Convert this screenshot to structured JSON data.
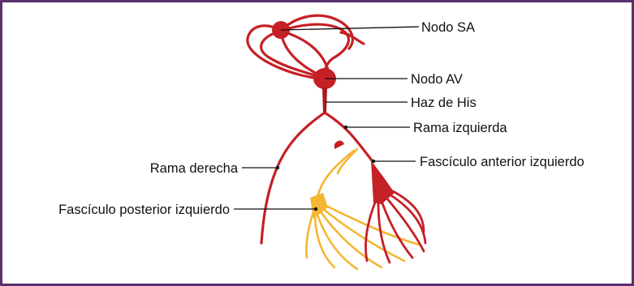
{
  "labels": {
    "sa_node": "Nodo SA",
    "av_node": "Nodo AV",
    "his_bundle": "Haz de His",
    "left_branch": "Rama izquierda",
    "left_anterior_fascicle": "Fascículo anterior izquierdo",
    "right_branch": "Rama derecha",
    "left_posterior_fascicle": "Fascículo posterior izquierdo"
  },
  "colors": {
    "frame": "#5a2f6d",
    "conduction_red": "#c42026",
    "conduction_dark_red": "#a8191e",
    "posterior_fascicle_yellow": "#f3b632",
    "leader_line": "#111111"
  }
}
